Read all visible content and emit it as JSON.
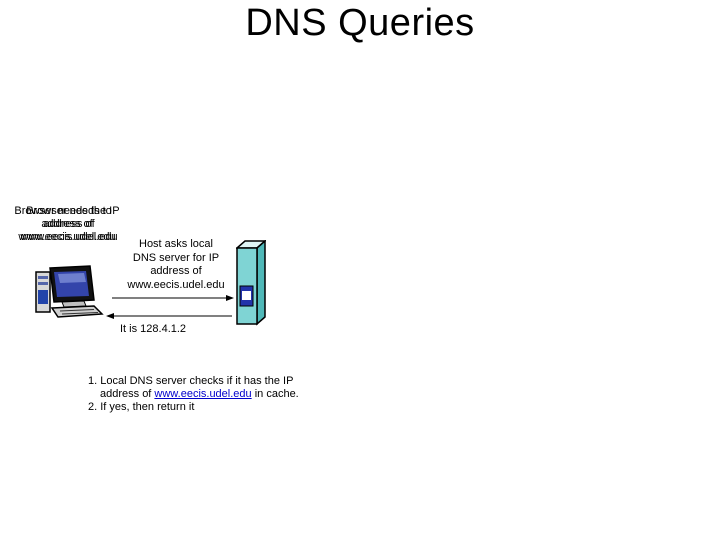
{
  "title": "DNS Queries",
  "browser_note_a": [
    "Browser needs the IP",
    "address of",
    "www.eecis.udel.edu"
  ],
  "browser_note_b": [
    "Browser needs to",
    "address of",
    "www.eecis.udel.edu"
  ],
  "query_label": [
    "Host asks local",
    "DNS server for IP",
    "address of",
    "www.eecis.udel.edu"
  ],
  "reply_label": "It is 128.4.1.2",
  "steps": {
    "step1_prefix": "1. Local DNS server checks if it has the IP",
    "step1_line2_pre": "address of ",
    "step1_link": "www.eecis.udel.edu",
    "step1_line2_post": " in cache.",
    "step2": "2. If yes, then return it"
  }
}
